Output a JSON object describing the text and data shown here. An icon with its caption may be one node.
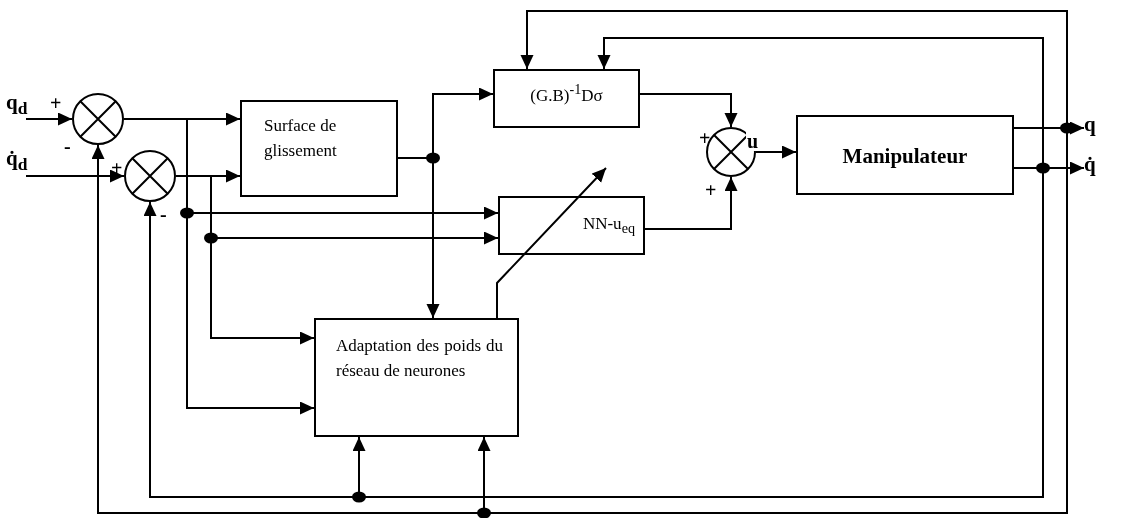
{
  "diagram": {
    "nodes": [
      {
        "text": [
          "q$_{d}$"
        ]
      },
      {
        "text": [
          "q̇$_{d}$"
        ]
      },
      {
        "text": [],
        "shape": "circle"
      },
      {
        "text": [],
        "shape": "circle"
      },
      {
        "text": [
          "Surface de glissement"
        ]
      },
      {
        "text": [
          "(G.B)$^{-1}$Dσ"
        ]
      },
      {
        "text": [
          "NN-u$_{eq}$"
        ]
      },
      {
        "text": [
          "Adaptation des poids du réseau de neurones"
        ]
      },
      {
        "text": [],
        "shape": "circle"
      },
      {
        "text": [
          "Manipulateur"
        ]
      },
      {
        "text": [
          "q"
        ]
      },
      {
        "text": [
          "q̇"
        ]
      }
    ],
    "edges": [
      {
        "from": 0,
        "to": 2,
        "arrow": "to"
      },
      {
        "from": 1,
        "to": 3,
        "arrow": "to"
      },
      {
        "from": 2,
        "to": 4,
        "arrow": "to"
      },
      {
        "from": 3,
        "to": 4,
        "arrow": "to"
      },
      {
        "from": 2,
        "to": 6,
        "arrow": "to"
      },
      {
        "from": 2,
        "to": 7,
        "arrow": "to"
      },
      {
        "from": 3,
        "to": 6,
        "arrow": "to"
      },
      {
        "from": 3,
        "to": 7,
        "arrow": "to"
      },
      {
        "from": 4,
        "to": 5,
        "arrow": "to"
      },
      {
        "from": 4,
        "to": 7,
        "arrow": "to"
      },
      {
        "from": 5,
        "to": 8,
        "arrow": "to"
      },
      {
        "from": 6,
        "to": 8,
        "arrow": "to"
      },
      {
        "from": 8,
        "to": 9,
        "arrow": "to",
        "label": "u"
      },
      {
        "from": 9,
        "to": 10,
        "arrow": "to"
      },
      {
        "from": 9,
        "to": 11,
        "arrow": "to"
      },
      {
        "from": 9,
        "to": 5,
        "arrow": "to"
      },
      {
        "from": 9,
        "to": 5,
        "arrow": "to"
      },
      {
        "from": 9,
        "to": 2,
        "arrow": "to"
      },
      {
        "from": 9,
        "to": 3,
        "arrow": "to"
      },
      {
        "from": 9,
        "to": 7,
        "arrow": "to"
      },
      {
        "from": 9,
        "to": 7,
        "arrow": "to"
      },
      {
        "from": 7,
        "to": 6,
        "arrow": "to"
      }
    ],
    "labels": [
      "+",
      "-",
      "+",
      "-",
      "+",
      "+"
    ]
  }
}
